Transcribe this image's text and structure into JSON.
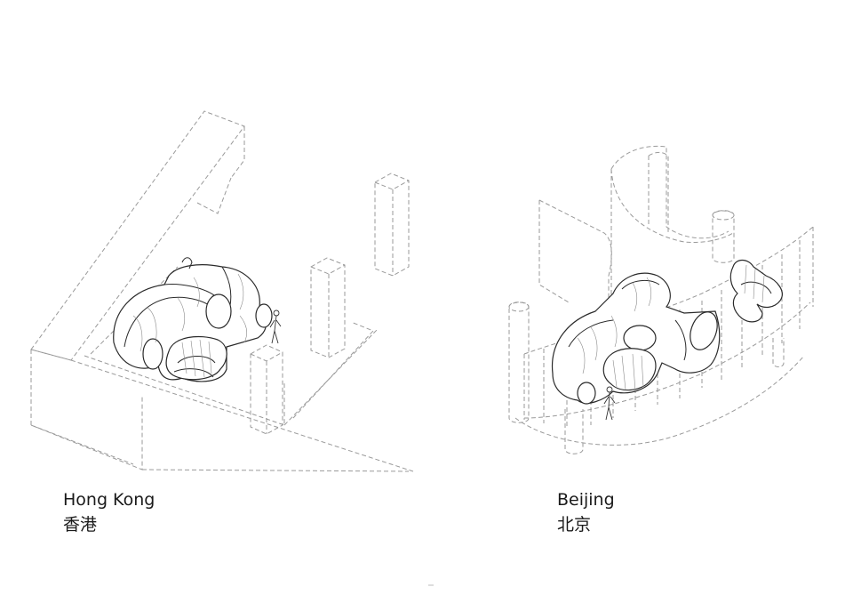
{
  "panels": [
    {
      "id": "hong-kong",
      "caption_en": "Hong Kong",
      "caption_cn": "香港"
    },
    {
      "id": "beijing",
      "caption_en": "Beijing",
      "caption_cn": "北京"
    }
  ],
  "colors": {
    "line": "#2a2a2a",
    "dashed": "#9a9a9a",
    "background": "#ffffff"
  }
}
